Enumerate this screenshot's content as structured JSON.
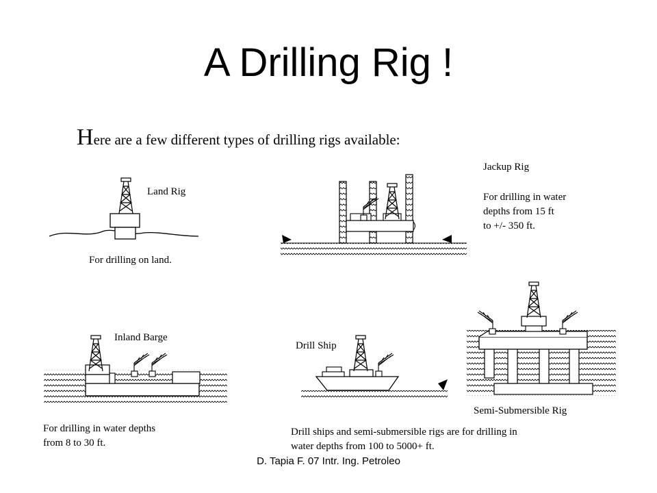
{
  "title": "A Drilling Rig !",
  "subtitle": {
    "initial": "H",
    "rest": "ere are a few different types of drilling rigs available:"
  },
  "rigs": {
    "land": {
      "name": "Land Rig",
      "desc": "For drilling on land."
    },
    "jackup": {
      "name": "Jackup Rig",
      "desc_lines": [
        "For drilling in water",
        "depths from 15 ft",
        "to +/- 350 ft."
      ]
    },
    "inland_barge": {
      "name": "Inland Barge",
      "desc_lines": [
        "For drilling in water depths",
        "from 8 to 30 ft."
      ]
    },
    "drill_ship": {
      "name": "Drill Ship"
    },
    "semi_submersible": {
      "name": "Semi-Submersible Rig"
    }
  },
  "deepwater_desc_lines": [
    "Drill ships and semi-submersible rigs are for drilling in",
    "water depths from 100 to 5000+ ft."
  ],
  "footer": "D. Tapia F. 07 Intr. Ing. Petroleo"
}
